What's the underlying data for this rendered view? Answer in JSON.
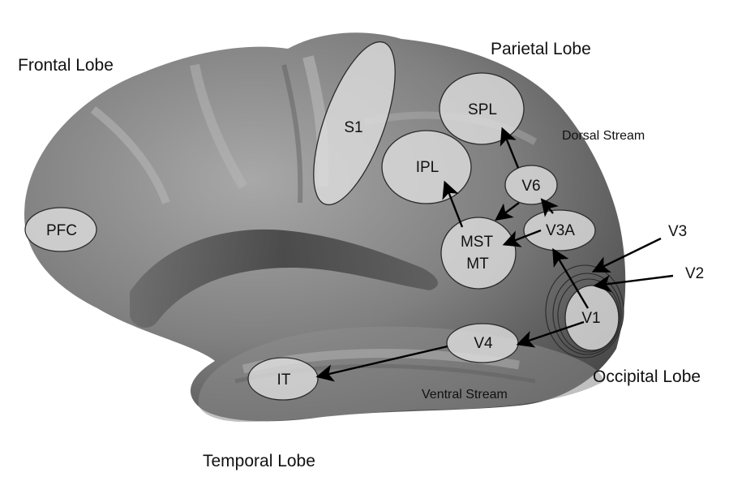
{
  "lobes": {
    "frontal": "Frontal Lobe",
    "parietal": "Parietal Lobe",
    "occipital": "Occipital Lobe",
    "temporal": "Temporal Lobe"
  },
  "streams": {
    "dorsal": "Dorsal Stream",
    "ventral": "Ventral Stream"
  },
  "regions": {
    "pfc": "PFC",
    "s1": "S1",
    "spl": "SPL",
    "ipl": "IPL",
    "v6": "V6",
    "v3a": "V3A",
    "mst": "MST",
    "mt": "MT",
    "v1": "V1",
    "v2": "V2",
    "v3": "V3",
    "v4": "V4",
    "it": "IT"
  },
  "colors": {
    "cortex_light": "#9a9a9a",
    "cortex_dark": "#3c3c3c",
    "region_fill": "#dcdcdc",
    "arrow": "#000000"
  }
}
